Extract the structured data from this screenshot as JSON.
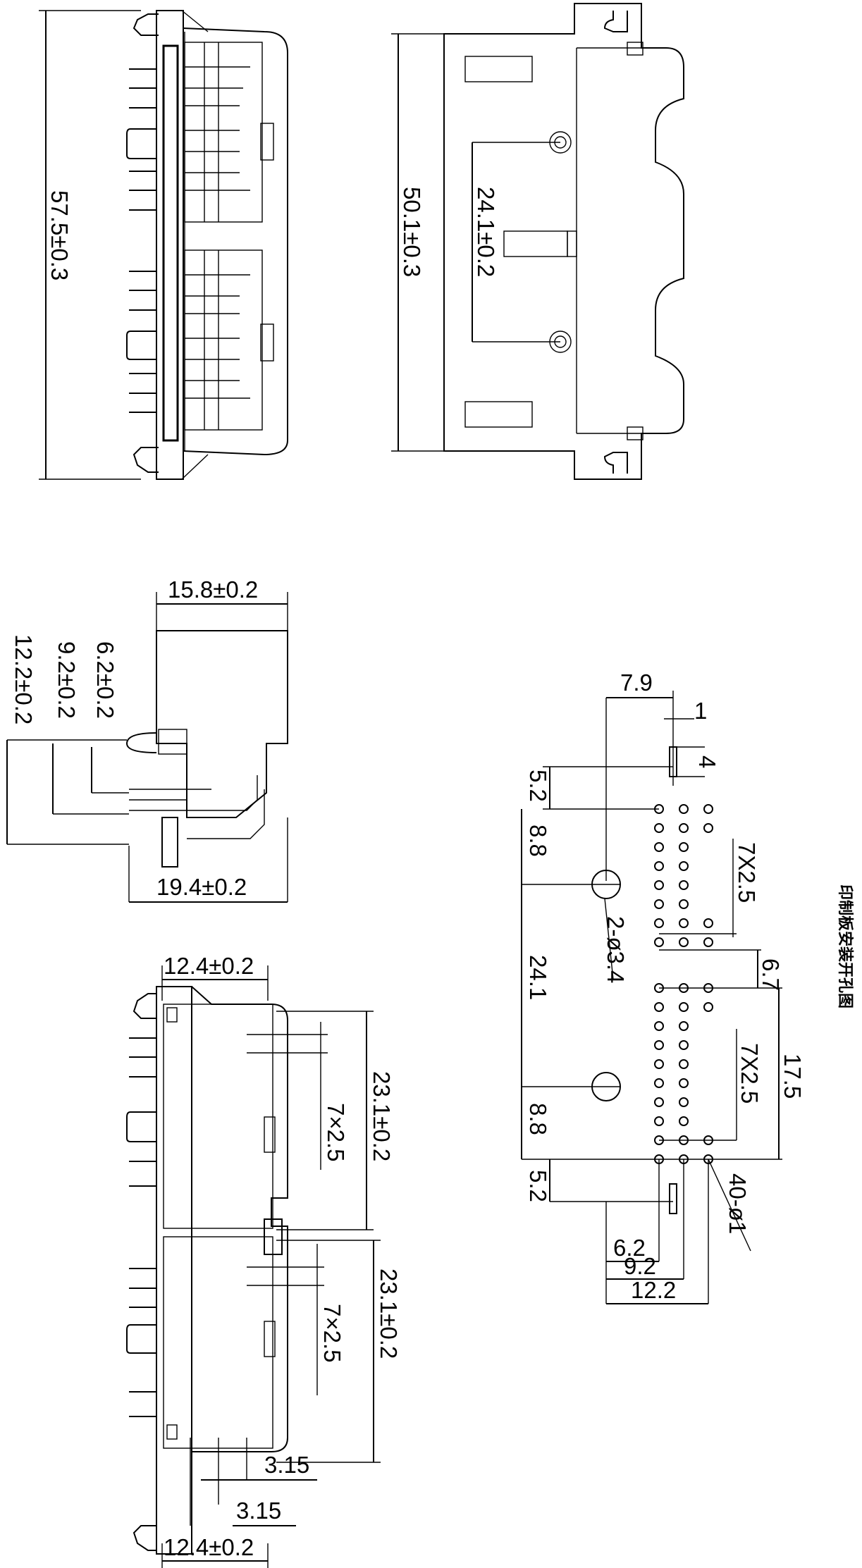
{
  "dimensions": {
    "overall_length": "57.5±0.3",
    "body_length": "50.1±0.3",
    "post_spacing": "24.1±0.2",
    "depth": "15.8±0.2",
    "height_1": "12.2±0.2",
    "height_2": "9.2±0.2",
    "height_3": "6.2±0.2",
    "total_depth": "19.4±0.2",
    "front_width_top": "12.4±0.2",
    "front_width_bottom": "12.4±0.2",
    "half_length_1": "23.1±0.2",
    "half_length_2": "23.1±0.2",
    "pitch_1": "7×2.5",
    "pitch_2": "7×2.5",
    "row_pitch_1": "3.15",
    "row_pitch_2": "3.15",
    "pcb_7_9": "7.9",
    "pcb_1": "1",
    "pcb_4": "4",
    "pcb_5_2_top": "5.2",
    "pcb_8_8_top": "8.8",
    "pcb_hole_spec": "2-ø3.4",
    "pcb_7x2_5_top": "7X2.5",
    "pcb_24_1": "24.1",
    "pcb_6_7": "6.7",
    "pcb_7x2_5_bottom": "7X2.5",
    "pcb_17_5": "17.5",
    "pcb_8_8_bottom": "8.8",
    "pcb_pin_spec": "40-ø1",
    "pcb_5_2_bottom": "5.2",
    "pcb_6_2": "6.2",
    "pcb_9_2": "9.2",
    "pcb_12_2": "12.2"
  },
  "caption": "印制板安装开孔图"
}
